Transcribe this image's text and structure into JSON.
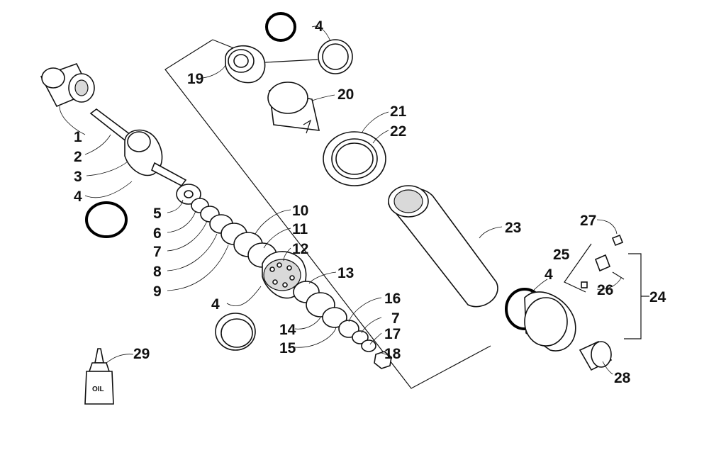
{
  "diagram": {
    "callouts": [
      "1",
      "2",
      "3",
      "4",
      "5",
      "6",
      "7",
      "8",
      "9",
      "10",
      "11",
      "12",
      "13",
      "14",
      "15",
      "16",
      "7",
      "17",
      "18",
      "19",
      "4",
      "20",
      "21",
      "22",
      "23",
      "4",
      "27",
      "25",
      "26",
      "24",
      "28",
      "29",
      "4"
    ],
    "bottle_label": "OIL"
  }
}
